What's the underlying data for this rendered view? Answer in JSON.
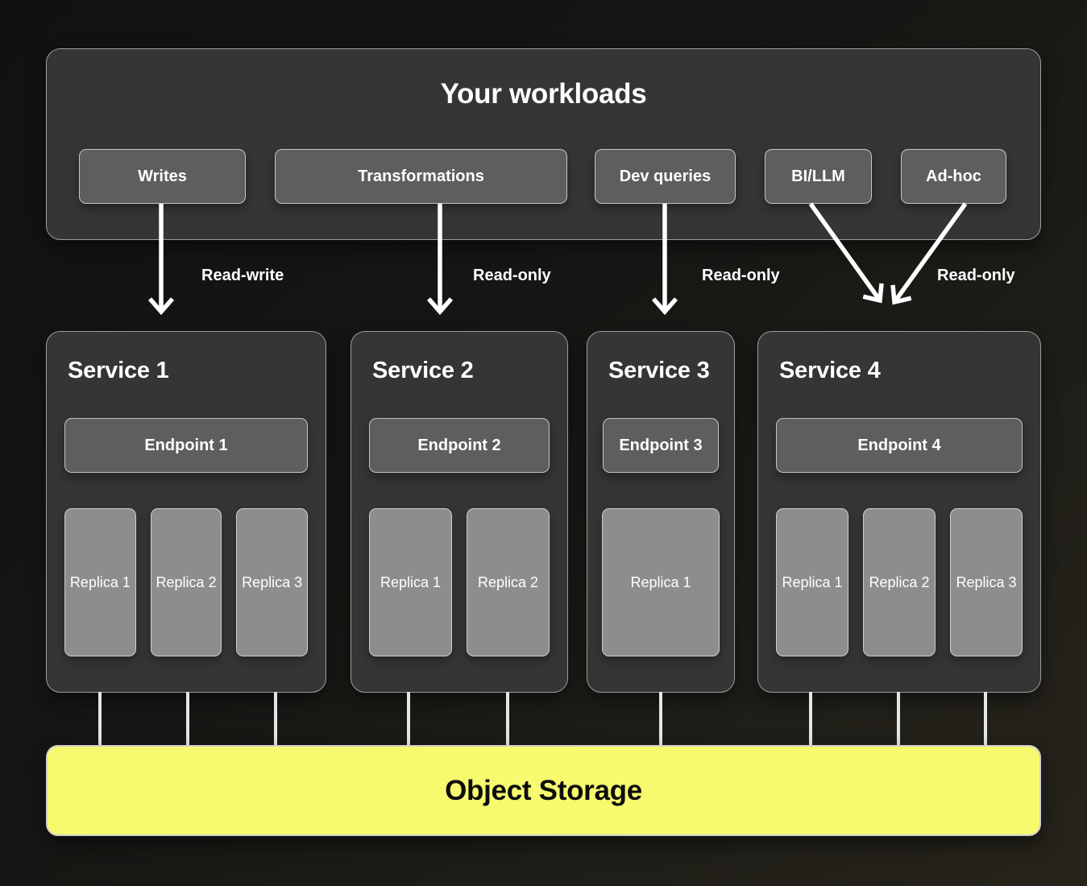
{
  "workloads_panel": {
    "title": "Your workloads",
    "buttons": [
      "Writes",
      "Transformations",
      "Dev queries",
      "BI/LLM",
      "Ad-hoc"
    ]
  },
  "arrow_labels": [
    "Read-write",
    "Read-only",
    "Read-only",
    "Read-only"
  ],
  "services": [
    {
      "title": "Service 1",
      "endpoint": "Endpoint 1",
      "replicas": [
        "Replica 1",
        "Replica 2",
        "Replica 3"
      ]
    },
    {
      "title": "Service 2",
      "endpoint": "Endpoint 2",
      "replicas": [
        "Replica 1",
        "Replica 2"
      ]
    },
    {
      "title": "Service 3",
      "endpoint": "Endpoint 3",
      "replicas": [
        "Replica 1"
      ]
    },
    {
      "title": "Service 4",
      "endpoint": "Endpoint 4",
      "replicas": [
        "Replica 1",
        "Replica 2",
        "Replica 3"
      ]
    }
  ],
  "storage": {
    "label": "Object Storage"
  },
  "colors": {
    "background_dark": "#171614",
    "panel_fill": "#353535",
    "node_fill": "#5e5e5e",
    "replica_fill": "#8d8d8d",
    "border_light": "#c6c6c6",
    "arrow_white": "#ffffff",
    "storage_yellow": "#f7fa6e",
    "storage_text": "#0d0d0d"
  }
}
